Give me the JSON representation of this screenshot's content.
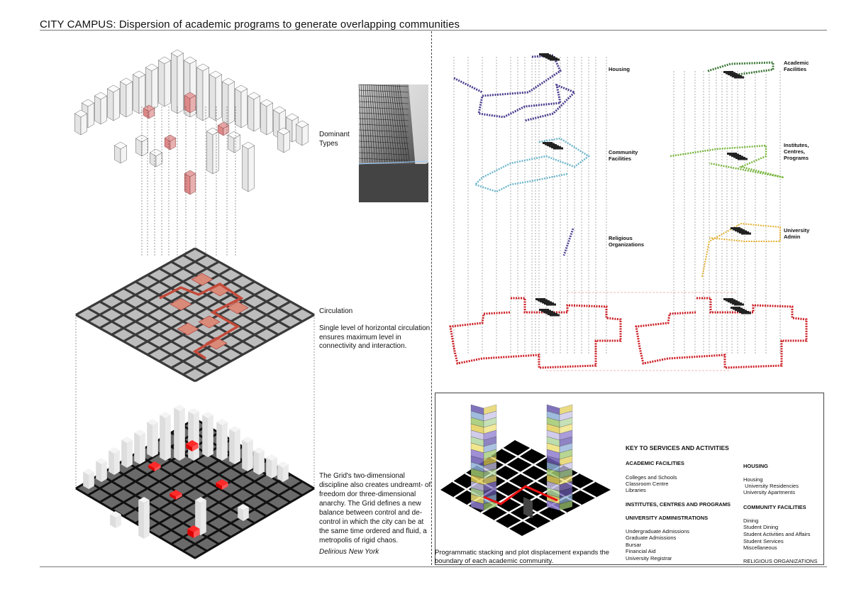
{
  "title": "CITY CAMPUS: Dispersion of academic programs to generate overlapping communities",
  "left_panel": {
    "dominant_types": "Dominant\nTypes",
    "circulation_title": "Circulation",
    "circulation_text": "Single level of horizontal circulation ensures maximum level in connectivity and interaction.",
    "grid_quote": "The Grid's two-dimensional discipline also creates undreamt- of freedom dor three-dimensional anarchy. The Grid defines a new balance between control and de-control in which the city can be at the same time ordered and fluid, a metropolis of rigid chaos.",
    "quote_source": "Delirious New York"
  },
  "right_panel": {
    "tower1_labels": {
      "housing": "Housing",
      "community": "Community\nFacilities",
      "religious": "Religious\nOrganizations"
    },
    "tower2_labels": {
      "academic": "Academic\nFacilities",
      "institutes": "Institutes,\nCentres,\nPrograms",
      "admin": "University\nAdmin"
    }
  },
  "key": {
    "caption": "Programmatic stacking and plot displacement expands the boundary of each academic community.",
    "heading": "KEY TO SERVICES AND ACTIVITIES",
    "academic_facilities": "ACADEMIC FACILITIES",
    "academic_items": [
      "Colleges and Schools",
      "Classroom Centre",
      "Libraries"
    ],
    "institutes": "INSTITUTES, CENTRES AND PROGRAMS",
    "admin": "UNIVERSITY ADMINISTRATIONS",
    "admin_items": [
      "Undergraduate Admissions",
      "Graduate Admissions",
      "Bursar",
      "Financial Aid",
      "University Registrar"
    ],
    "housing": "HOUSING",
    "housing_items": [
      "Housing",
      " University Residencies",
      "University Apartments"
    ],
    "community": "COMMUNITY FACILITIES",
    "community_items": [
      "Dining",
      "Student Dining",
      "Student Activities and Affairs",
      "Student Services",
      "Miscellaneous"
    ],
    "religious": "RELIGIOUS ORGANIZATIONS"
  },
  "colors": {
    "housing": "#4a3f8f",
    "community": "#6fb7cc",
    "religious": "#5a4a9a",
    "academic": "#3f7a3a",
    "institutes": "#7ab640",
    "admin": "#e2b030",
    "plot": "#cc1f26",
    "circulation": "#c44a3a"
  }
}
